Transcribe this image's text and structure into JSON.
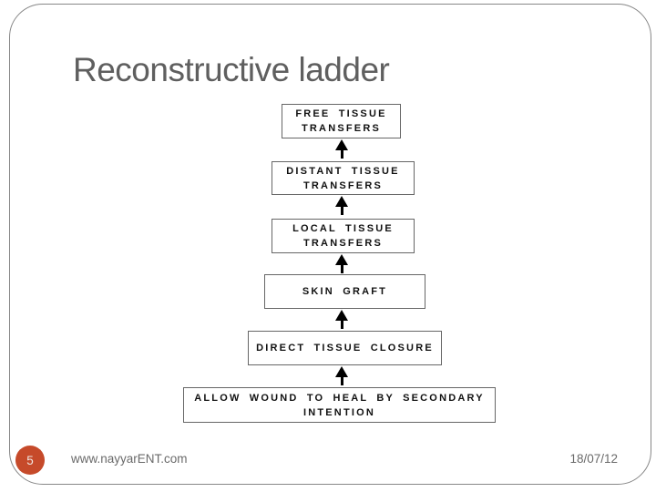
{
  "slide": {
    "title": "Reconstructive ladder",
    "page_number": "5",
    "footer_url": "www.nayyarENT.com",
    "date": "18/07/12"
  },
  "ladder": {
    "steps": [
      {
        "label": "FREE TISSUE TRANSFERS",
        "lines": [
          "FREE TISSUE",
          "TRANSFERS"
        ]
      },
      {
        "label": "DISTANT TISSUE TRANSFERS",
        "lines": [
          "DISTANT TISSUE",
          "TRANSFERS"
        ]
      },
      {
        "label": "LOCAL TISSUE TRANSFERS",
        "lines": [
          "LOCAL TISSUE",
          "TRANSFERS"
        ]
      },
      {
        "label": "SKIN GRAFT",
        "lines": [
          "SKIN GRAFT"
        ]
      },
      {
        "label": "DIRECT TISSUE CLOSURE",
        "lines": [
          "DIRECT TISSUE CLOSURE"
        ]
      },
      {
        "label": "ALLOW WOUND TO HEAL BY SECONDARY INTENTION",
        "lines": [
          "ALLOW WOUND TO HEAL BY SECONDARY",
          "INTENTION"
        ]
      }
    ]
  },
  "colors": {
    "accent_circle": "#c64a2a",
    "frame_border": "#878787",
    "title_text": "#5f5f5f",
    "box_border": "#666666",
    "box_text": "#111111",
    "footer_text": "#6a6a6a",
    "arrow": "#000000"
  }
}
